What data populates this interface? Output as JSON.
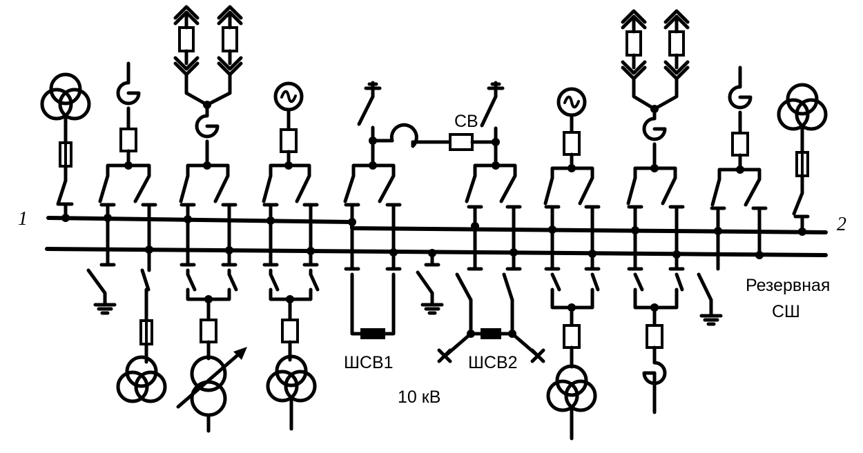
{
  "labels": {
    "bus_1": "1",
    "bus_2": "2",
    "sv": "СВ",
    "shsv1": "ШСВ1",
    "shsv2": "ШСВ2",
    "voltage": "10 кВ",
    "reserve_line1": "Резервная",
    "reserve_line2": "СШ"
  }
}
